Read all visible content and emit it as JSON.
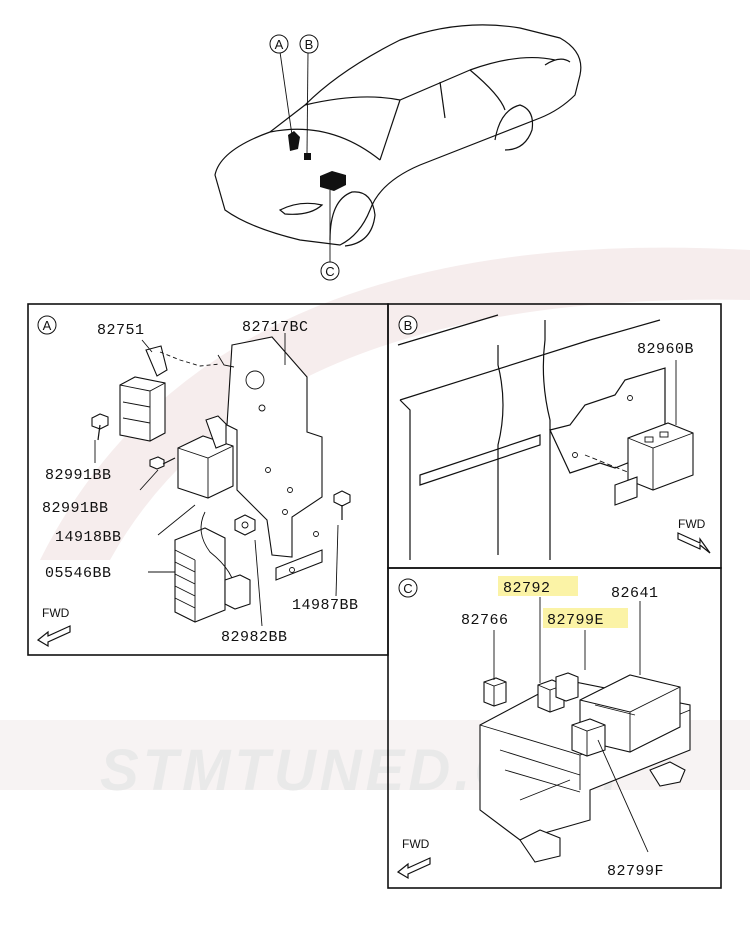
{
  "watermark": {
    "text": "STMTUNED.COM",
    "accent_color": "#c0392b"
  },
  "overview": {
    "callouts": [
      {
        "letter": "A"
      },
      {
        "letter": "B"
      },
      {
        "letter": "C"
      }
    ]
  },
  "panels": {
    "A": {
      "letter": "A",
      "fwd_label": "FWD",
      "parts": [
        "82751",
        "82717BC",
        "82991BB",
        "82991BB",
        "14918BB",
        "05546BB",
        "82982BB",
        "14987BB"
      ]
    },
    "B": {
      "letter": "B",
      "fwd_label": "FWD",
      "parts": [
        "82960B"
      ]
    },
    "C": {
      "letter": "C",
      "fwd_label": "FWD",
      "parts": [
        "82792",
        "82641",
        "82766",
        "82799E",
        "82799F"
      ],
      "highlighted": [
        "82792",
        "82799E"
      ],
      "highlight_color": "#fbf3a6"
    }
  }
}
